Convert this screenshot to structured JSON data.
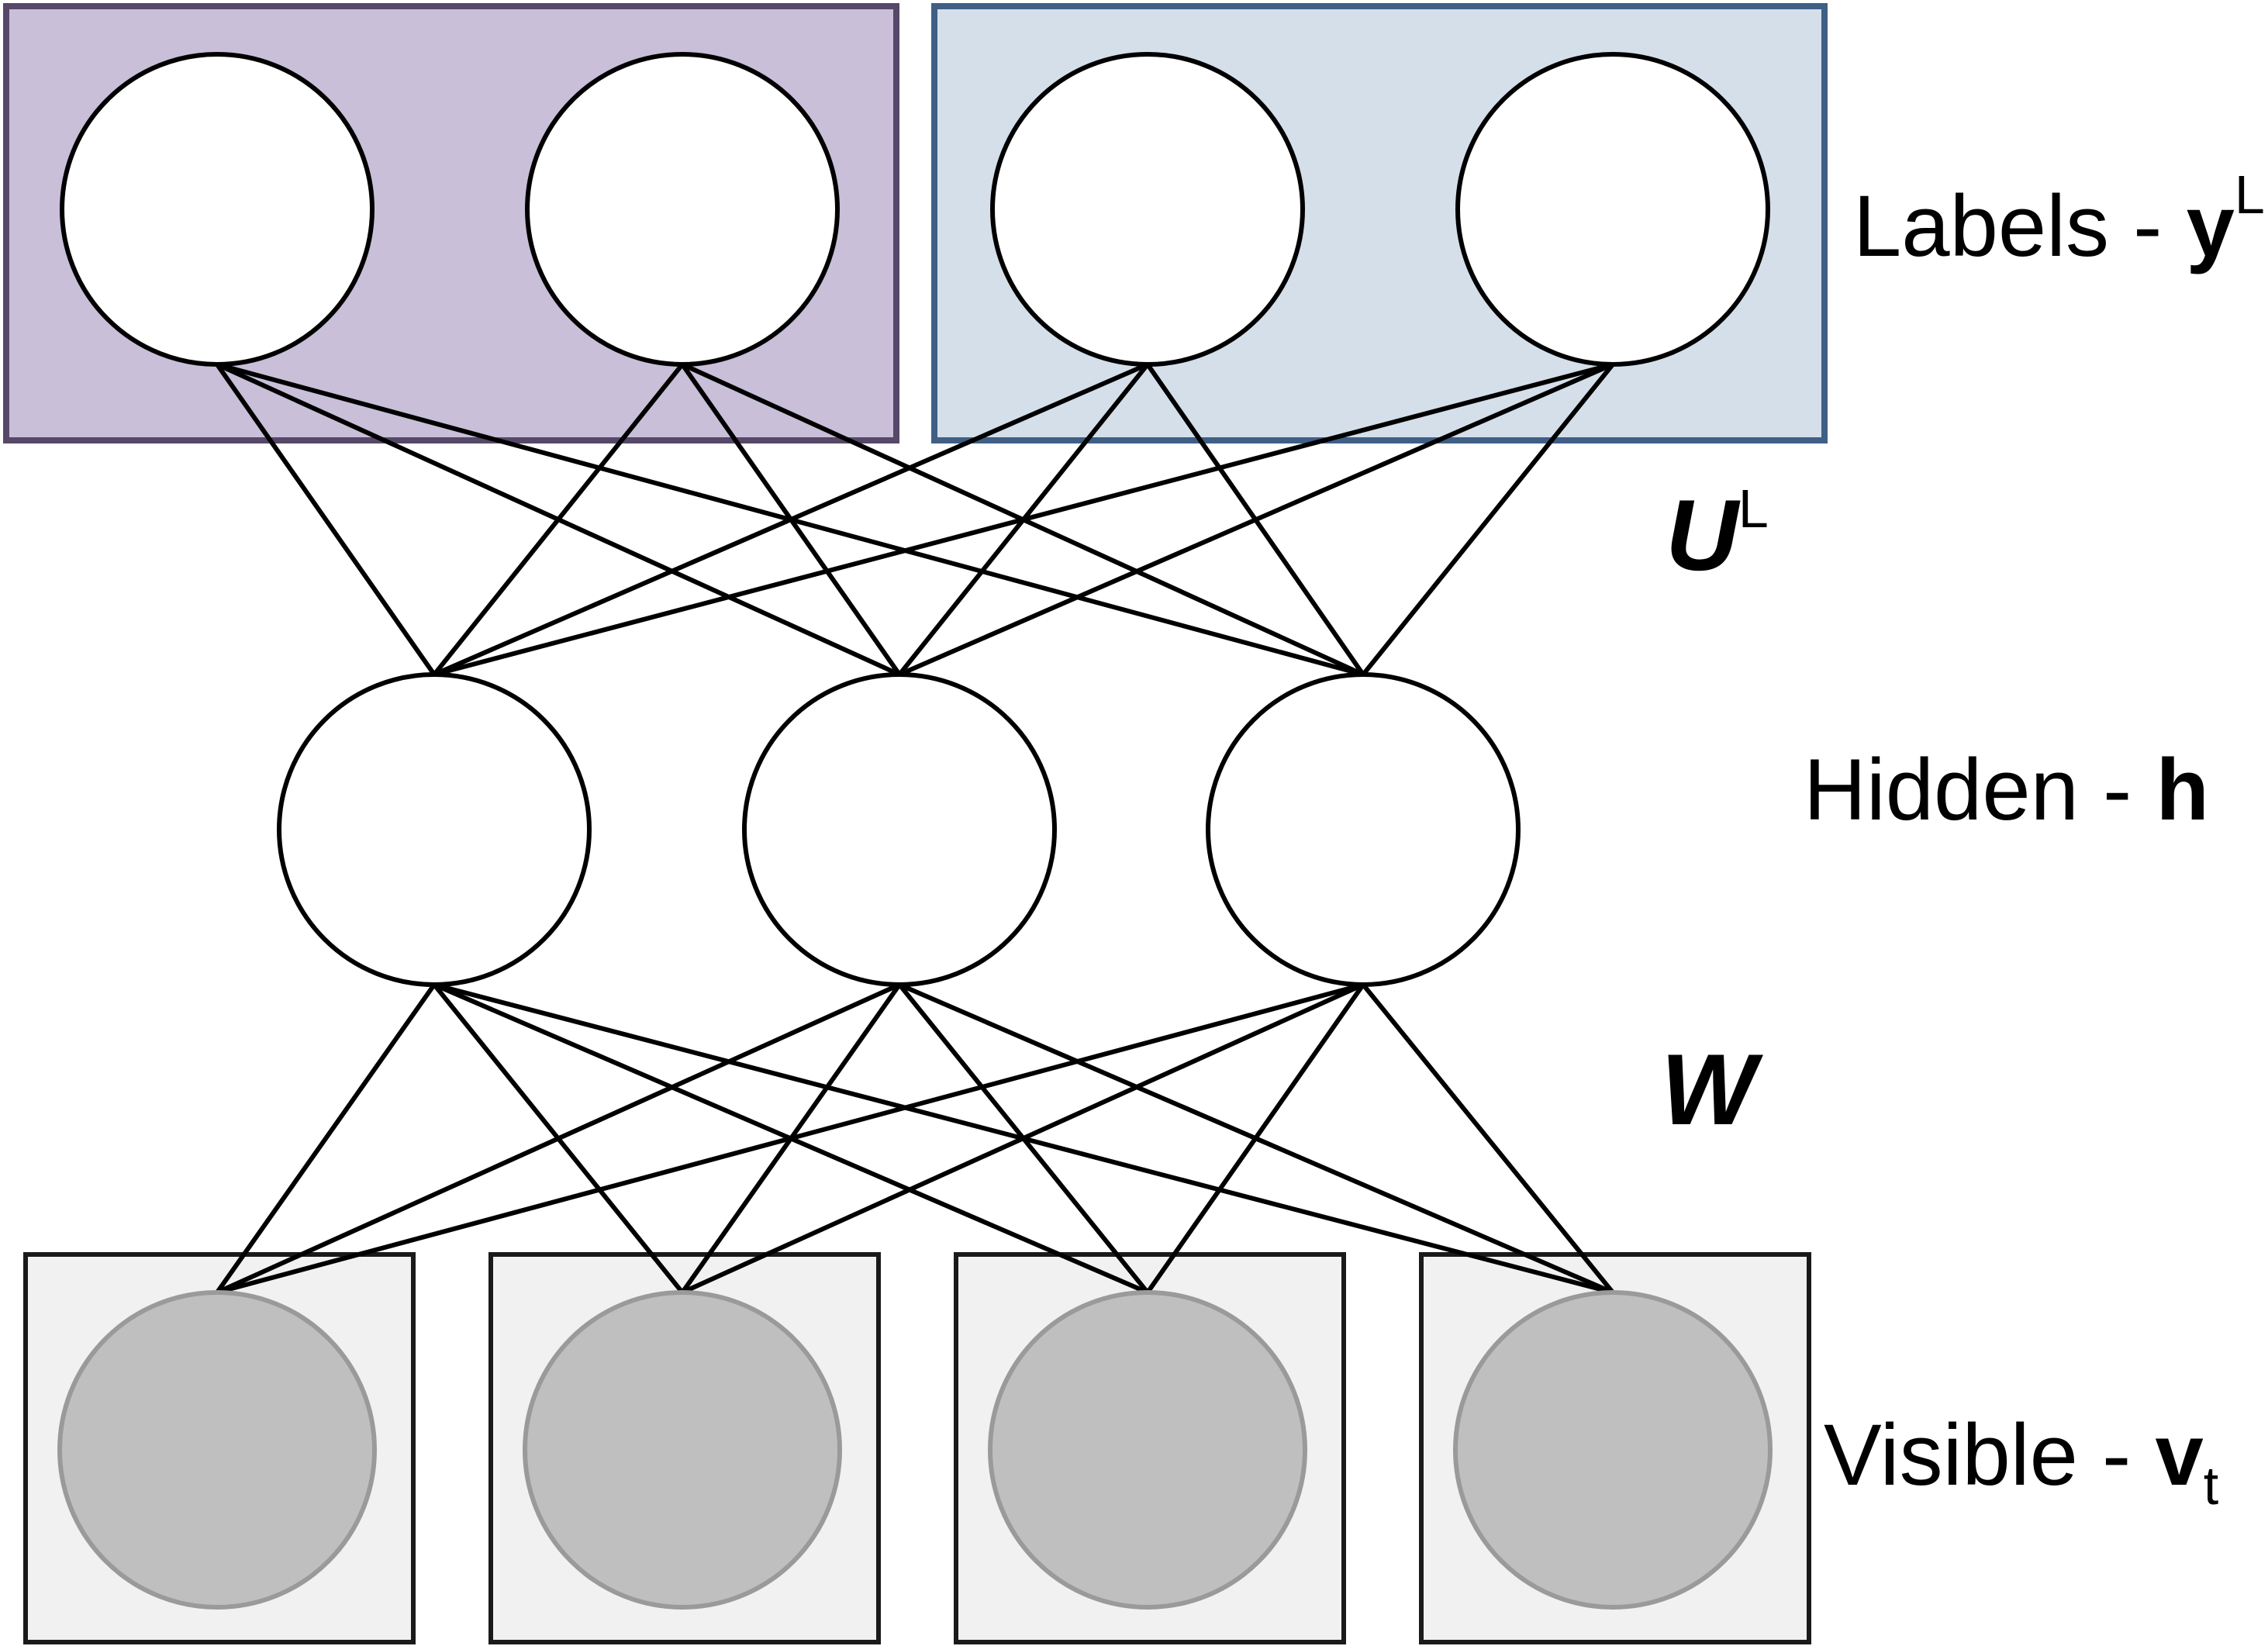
{
  "colors": {
    "label_group_1_fill": "#c9bfd8",
    "label_group_1_stroke": "#564868",
    "label_group_2_fill": "#d5dfea",
    "label_group_2_stroke": "#3f5f86",
    "visible_box_fill": "#f1f1f1",
    "visible_box_stroke": "#1a1a1a",
    "visible_unit_fill": "#bfbfbf",
    "visible_unit_stroke": "#9a9a9a",
    "unit_fill": "#ffffff",
    "edge_color": "#000000"
  },
  "layers": {
    "labels": {
      "name": "Labels - ",
      "symbol": "y",
      "superscript": "L",
      "unit_count": 4
    },
    "hidden": {
      "name": "Hidden - ",
      "symbol": "h",
      "unit_count": 3
    },
    "visible": {
      "name": "Visible - ",
      "symbol": "v",
      "subscript": "t",
      "unit_count": 4
    }
  },
  "weights": {
    "label_hidden": {
      "symbol": "U",
      "superscript": "L"
    },
    "visible_hidden": {
      "symbol": "W"
    }
  }
}
